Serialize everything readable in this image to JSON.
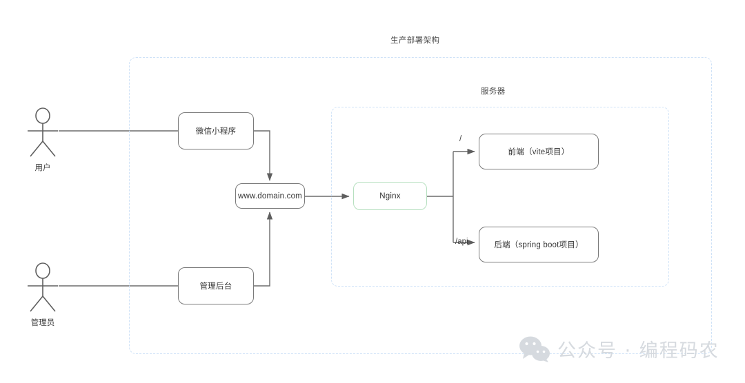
{
  "diagram": {
    "title": "生产部署架构",
    "server_group_title": "服务器",
    "actors": [
      {
        "id": "user",
        "label": "用户",
        "icon": "person-stick-figure-icon"
      },
      {
        "id": "admin",
        "label": "管理员",
        "icon": "person-stick-figure-icon"
      }
    ],
    "nodes": [
      {
        "id": "miniprogram",
        "label": "微信小程序",
        "border_color": "#7a7a7a"
      },
      {
        "id": "admin_panel",
        "label": "管理后台",
        "border_color": "#7a7a7a"
      },
      {
        "id": "domain",
        "label": "www.domain.com",
        "border_color": "#7a7a7a"
      },
      {
        "id": "nginx",
        "label": "Nginx",
        "border_color": "#b7e0c0"
      },
      {
        "id": "frontend",
        "label": "前端（vite项目）",
        "border_color": "#7a7a7a"
      },
      {
        "id": "backend",
        "label": "后端（spring boot项目）",
        "border_color": "#7a7a7a"
      }
    ],
    "edge_labels": {
      "root": "/",
      "api": "/api"
    },
    "colors": {
      "group_border": "#cfe2f7",
      "node_border": "#7a7a7a",
      "nginx_border": "#b7e0c0",
      "line": "#6b6b6b",
      "text": "#3c3c3c",
      "watermark": "#d4d9de",
      "background": "#ffffff"
    }
  },
  "watermark": {
    "text": "公众号 · 编程码农",
    "icon": "wechat-logo-icon"
  }
}
